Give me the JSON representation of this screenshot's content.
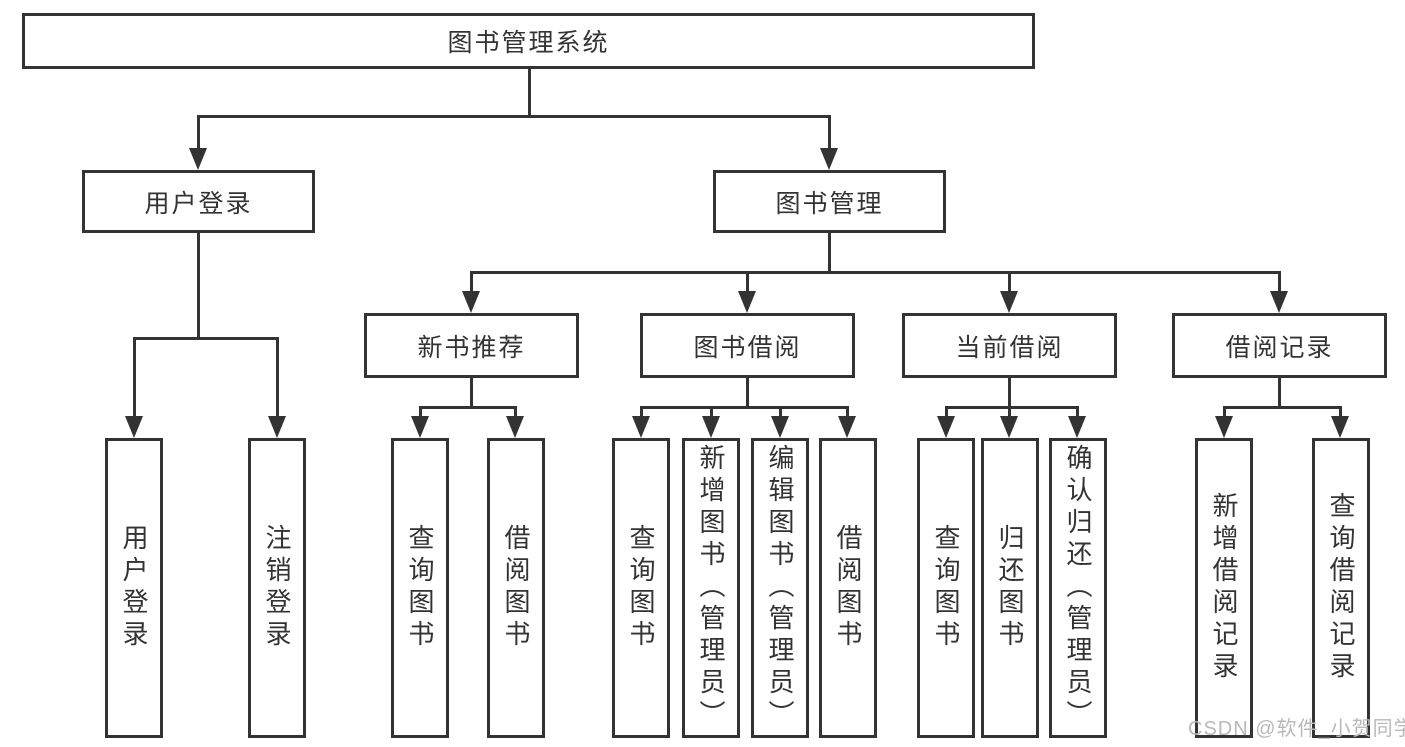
{
  "diagram": {
    "title": "图书管理系统",
    "root": {
      "label": "图书管理系统"
    },
    "level2": [
      {
        "label": "用户登录"
      },
      {
        "label": "图书管理"
      }
    ],
    "level3": [
      {
        "label": "新书推荐"
      },
      {
        "label": "图书借阅"
      },
      {
        "label": "当前借阅"
      },
      {
        "label": "借阅记录"
      }
    ],
    "leaves": {
      "user_login": [
        {
          "label": "用户登录"
        },
        {
          "label": "注销登录"
        }
      ],
      "new_book": [
        {
          "label": "查询图书"
        },
        {
          "label": "借阅图书"
        }
      ],
      "book_borrow": [
        {
          "label": "查询图书"
        },
        {
          "label": "新增图书（管理员）"
        },
        {
          "label": "编辑图书（管理员）"
        },
        {
          "label": "借阅图书"
        }
      ],
      "current_borrow": [
        {
          "label": "查询图书"
        },
        {
          "label": "归还图书"
        },
        {
          "label": "确认归还（管理员）"
        }
      ],
      "borrow_record": [
        {
          "label": "新增借阅记录"
        },
        {
          "label": "查询借阅记录"
        }
      ]
    }
  },
  "watermark": {
    "text": "CSDN @软件_小贺同学"
  },
  "colors": {
    "line": "#333333",
    "text": "#333333",
    "box_background": "#ffffff",
    "watermark": "#b9b9b9",
    "background": "#ffffff"
  }
}
